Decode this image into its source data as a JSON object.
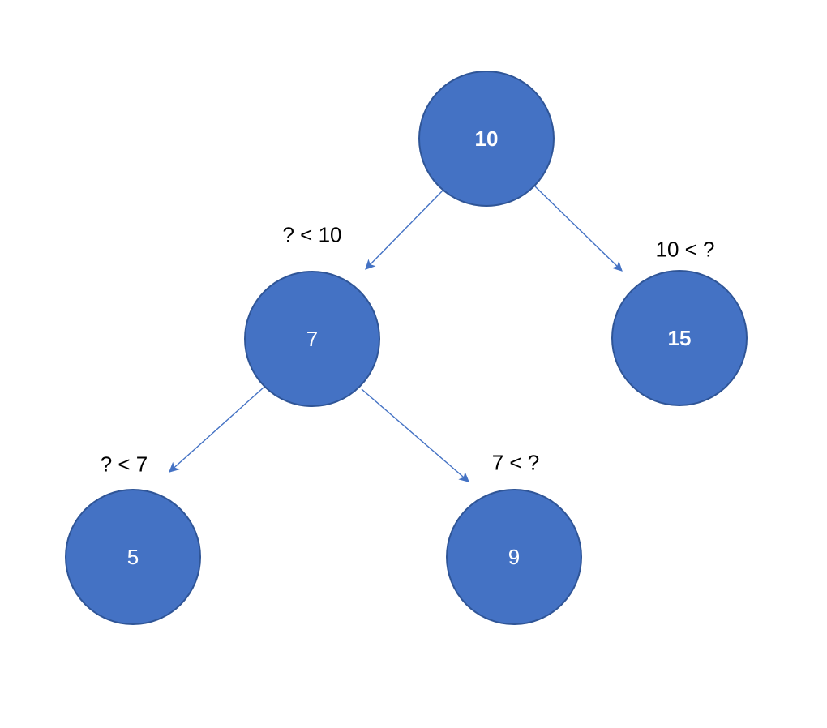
{
  "tree": {
    "nodes": [
      {
        "value": "10",
        "role": "root"
      },
      {
        "value": "7",
        "role": "left-child-of-10"
      },
      {
        "value": "15",
        "role": "right-child-of-10"
      },
      {
        "value": "5",
        "role": "left-child-of-7"
      },
      {
        "value": "9",
        "role": "right-child-of-7"
      }
    ],
    "edge_labels": [
      {
        "text": "? < 10",
        "edge": "10-to-7"
      },
      {
        "text": "10 < ?",
        "edge": "10-to-15"
      },
      {
        "text": "? < 7",
        "edge": "7-to-5"
      },
      {
        "text": "7 < ?",
        "edge": "7-to-9"
      }
    ]
  },
  "colors": {
    "node_fill": "#4472C4",
    "node_border": "#2F5597",
    "node_text": "#FFFFFF",
    "arrow": "#4472C4",
    "label_text": "#000000"
  }
}
